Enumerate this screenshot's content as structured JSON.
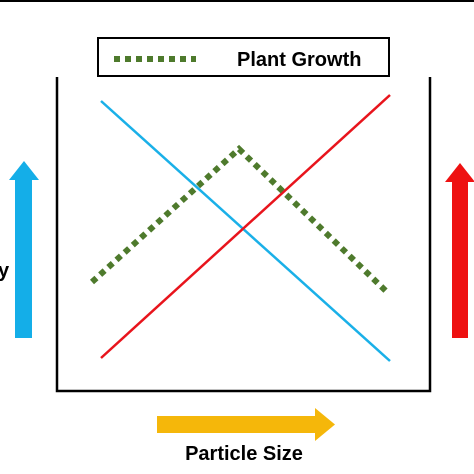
{
  "legend": {
    "label": "Plant Growth"
  },
  "axes": {
    "x_label": "Particle Size",
    "left_label_fragment": "y"
  },
  "colors": {
    "blue_line": "#1ab0e8",
    "red_line": "#e8141c",
    "growth_line": "#4e7a2c",
    "x_arrow": "#f5b70a",
    "left_arrow": "#14aee8",
    "right_arrow": "#ee1111",
    "frame": "#000000"
  },
  "icons": {
    "x_arrow": "arrow-right-icon",
    "left_arrow": "arrow-up-icon",
    "right_arrow": "arrow-up-icon"
  }
}
